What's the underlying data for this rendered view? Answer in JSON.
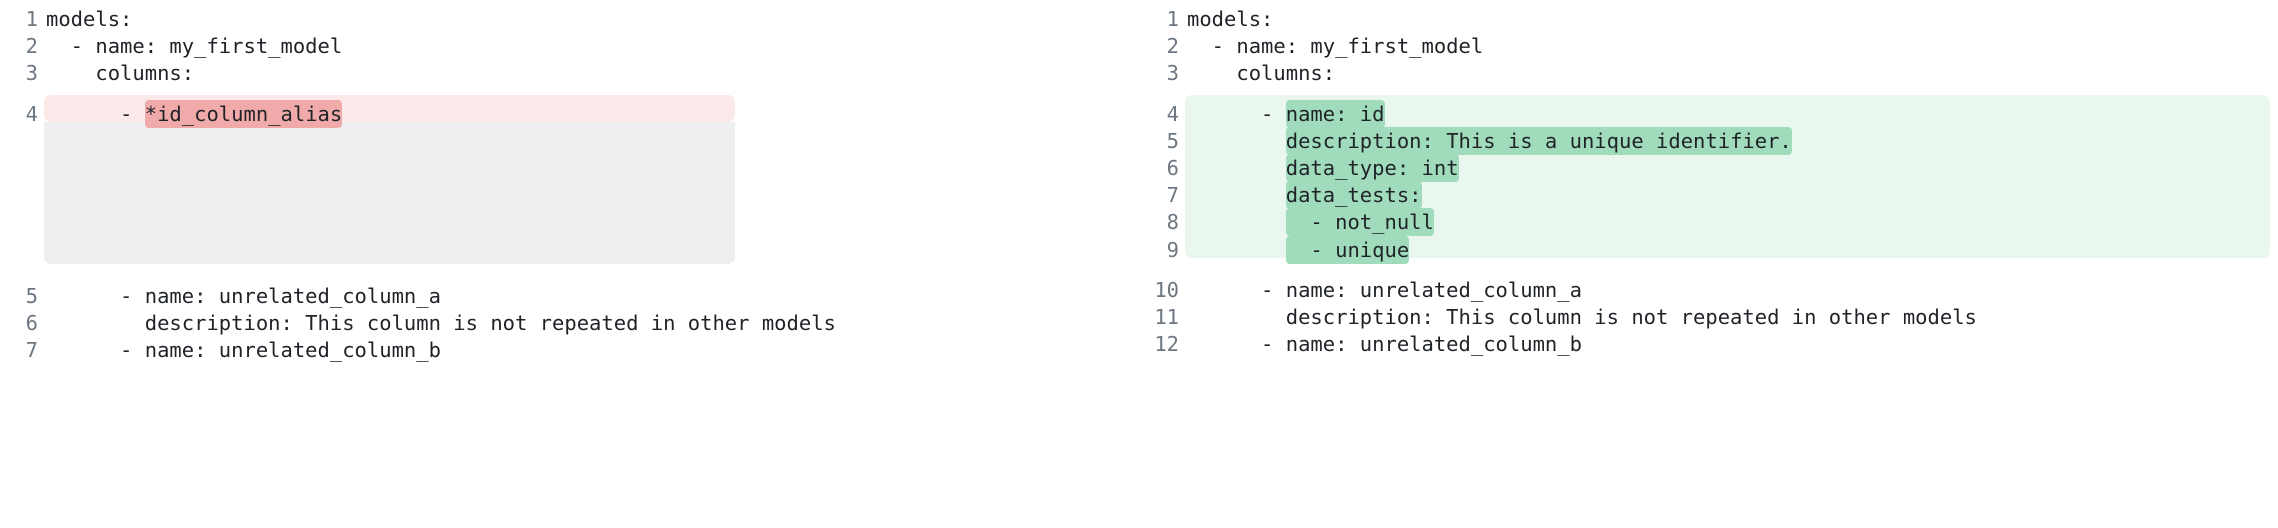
{
  "view": {
    "kind": "side-by-side-code-diff",
    "language": "yaml",
    "colors": {
      "deleted_line_bg": "#fbe9e9",
      "deleted_token_bg": "#f1aaaa",
      "added_line_bg": "#e9f7ef",
      "added_token_bg": "#a0dcbc",
      "placeholder_bg": "#eeeff1",
      "line_number": "#6e7781",
      "text": "#1f2328",
      "page_bg": "#ffffff"
    }
  },
  "left": {
    "name": "before",
    "lines": [
      {
        "num": "1",
        "text": "models:",
        "state": "context"
      },
      {
        "num": "2",
        "text": "  - name: my_first_model",
        "state": "context"
      },
      {
        "num": "3",
        "text": "    columns:",
        "state": "context"
      },
      {
        "num": "4",
        "prefix": "      - ",
        "token": "*id_column_alias",
        "suffix": "",
        "text": "      - *id_column_alias",
        "state": "deleted"
      },
      {
        "num": "5",
        "text": "      - name: unrelated_column_a",
        "state": "context"
      },
      {
        "num": "6",
        "text": "        description: This column is not repeated in other models",
        "state": "context"
      },
      {
        "num": "7",
        "text": "      - name: unrelated_column_b",
        "state": "context"
      }
    ],
    "placeholder_rows": 5
  },
  "right": {
    "name": "after",
    "lines": [
      {
        "num": "1",
        "text": "models:",
        "state": "context"
      },
      {
        "num": "2",
        "text": "  - name: my_first_model",
        "state": "context"
      },
      {
        "num": "3",
        "text": "    columns:",
        "state": "context"
      },
      {
        "num": "4",
        "prefix": "      - ",
        "token": "name: id",
        "text": "      - name: id",
        "state": "added"
      },
      {
        "num": "5",
        "prefix": "        ",
        "token": "description: This is a unique identifier.",
        "text": "        description: This is a unique identifier.",
        "state": "added"
      },
      {
        "num": "6",
        "prefix": "        ",
        "token": "data_type: int",
        "text": "        data_type: int",
        "state": "added"
      },
      {
        "num": "7",
        "prefix": "        ",
        "token": "data_tests:",
        "text": "        data_tests:",
        "state": "added"
      },
      {
        "num": "8",
        "prefix": "        ",
        "token": "  - not_null",
        "text": "          - not_null",
        "state": "added"
      },
      {
        "num": "9",
        "prefix": "        ",
        "token": "  - unique",
        "text": "          - unique",
        "state": "added"
      },
      {
        "num": "10",
        "text": "      - name: unrelated_column_a",
        "state": "context"
      },
      {
        "num": "11",
        "text": "        description: This column is not repeated in other models",
        "state": "context"
      },
      {
        "num": "12",
        "text": "      - name: unrelated_column_b",
        "state": "context"
      }
    ]
  }
}
